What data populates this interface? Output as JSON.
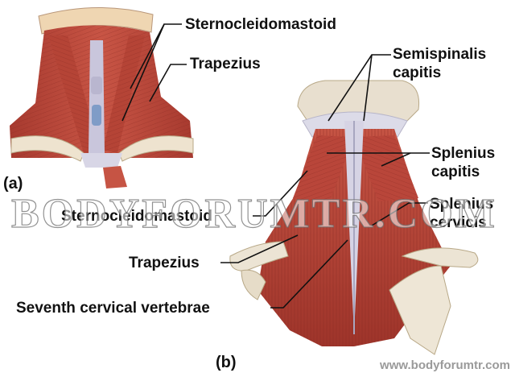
{
  "panels": {
    "a": {
      "tag": "(a)"
    },
    "b": {
      "tag": "(b)"
    }
  },
  "labels": {
    "a_sternocleidomastoid": "Sternocleidomastoid",
    "a_trapezius": "Trapezius",
    "b_semispinalis_line1": "Semispinalis",
    "b_semispinalis_line2": "capitis",
    "b_splenius_capitis_line1": "Splenius",
    "b_splenius_capitis_line2": "capitis",
    "b_splenius_cervicis_line1": "Splenius",
    "b_splenius_cervicis_line2": "cervicis",
    "b_sternocleidomastoid": "Sternocleidomastoid",
    "b_trapezius": "Trapezius",
    "b_seventh_cervical": "Seventh cervical vertebrae"
  },
  "watermark": {
    "text": "BODYFORUMTR.COM",
    "url": "www.bodyforumtr.com"
  },
  "colors": {
    "muscle": "#b9473a",
    "muscle_dark": "#8e2d24",
    "tendon": "#dcdbe8",
    "skin": "#f1d9b8",
    "bone": "#e9e1d2"
  }
}
